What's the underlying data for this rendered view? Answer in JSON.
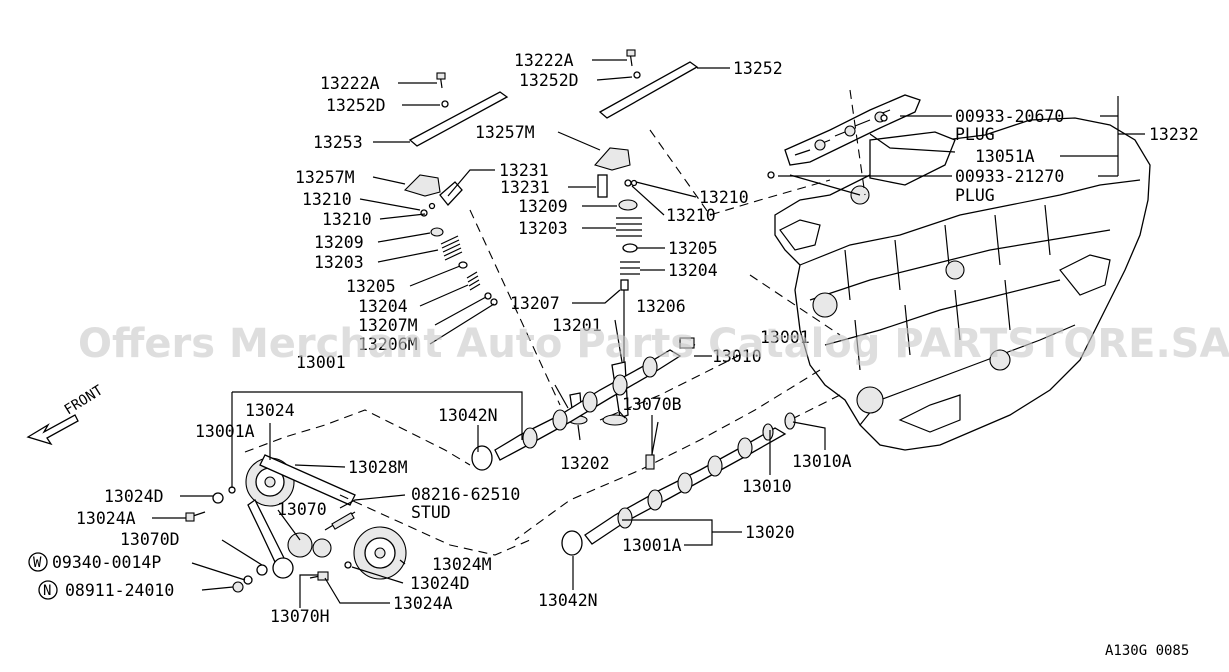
{
  "diagram": {
    "code": "A130G 0085",
    "watermark": "Offers Merchant Auto Parts Catalog PARTSTORE.SA",
    "front_label": "FRONT",
    "labels": [
      {
        "id": "l01",
        "text": "13222A"
      },
      {
        "id": "l02",
        "text": "13252D"
      },
      {
        "id": "l03",
        "text": "13253"
      },
      {
        "id": "l04",
        "text": "13257M"
      },
      {
        "id": "l05",
        "text": "13210"
      },
      {
        "id": "l06",
        "text": "13210"
      },
      {
        "id": "l07",
        "text": "13209"
      },
      {
        "id": "l08",
        "text": "13203"
      },
      {
        "id": "l09",
        "text": "13205"
      },
      {
        "id": "l10",
        "text": "13204"
      },
      {
        "id": "l11",
        "text": "13207M"
      },
      {
        "id": "l12",
        "text": "13206M"
      },
      {
        "id": "l13",
        "text": "13231"
      },
      {
        "id": "l14",
        "text": "13222A"
      },
      {
        "id": "l15",
        "text": "13252D"
      },
      {
        "id": "l16",
        "text": "13252"
      },
      {
        "id": "l17",
        "text": "13257M"
      },
      {
        "id": "l18",
        "text": "13231"
      },
      {
        "id": "l19",
        "text": "13210"
      },
      {
        "id": "l20",
        "text": "13209"
      },
      {
        "id": "l21",
        "text": "13210"
      },
      {
        "id": "l22",
        "text": "13203"
      },
      {
        "id": "l23",
        "text": "13205"
      },
      {
        "id": "l24",
        "text": "13204"
      },
      {
        "id": "l25",
        "text": "13207"
      },
      {
        "id": "l26",
        "text": "13206"
      },
      {
        "id": "l27",
        "text": "13201"
      },
      {
        "id": "l28",
        "text": "13001"
      },
      {
        "id": "l29",
        "text": "13024"
      },
      {
        "id": "l30",
        "text": "13001A"
      },
      {
        "id": "l31",
        "text": "13028M"
      },
      {
        "id": "l32",
        "text": "13042N"
      },
      {
        "id": "l33",
        "text": "13070B"
      },
      {
        "id": "l34",
        "text": "13202"
      },
      {
        "id": "l35",
        "text": "13024D"
      },
      {
        "id": "l36",
        "text": "13024A"
      },
      {
        "id": "l37",
        "text": "13070"
      },
      {
        "id": "l38",
        "text": "08216-62510"
      },
      {
        "id": "l39",
        "text": "STUD"
      },
      {
        "id": "l40",
        "text": "13070D"
      },
      {
        "id": "l41",
        "text": "09340-0014P"
      },
      {
        "id": "l42",
        "text": "08911-24010"
      },
      {
        "id": "l43",
        "text": "13070H"
      },
      {
        "id": "l44",
        "text": "13024M"
      },
      {
        "id": "l45",
        "text": "13024D"
      },
      {
        "id": "l46",
        "text": "13024A"
      },
      {
        "id": "l47",
        "text": "13001A"
      },
      {
        "id": "l48",
        "text": "13020"
      },
      {
        "id": "l49",
        "text": "13042N"
      },
      {
        "id": "l50",
        "text": "13010"
      },
      {
        "id": "l51",
        "text": "13010A"
      },
      {
        "id": "l52",
        "text": "13010"
      },
      {
        "id": "l53",
        "text": "00933-20670"
      },
      {
        "id": "l54",
        "text": "PLUG"
      },
      {
        "id": "l55",
        "text": "13232"
      },
      {
        "id": "l56",
        "text": "13051A"
      },
      {
        "id": "l57",
        "text": "00933-21270"
      },
      {
        "id": "l58",
        "text": "PLUG"
      },
      {
        "id": "l59",
        "text": "13001"
      }
    ],
    "circle_markers": [
      {
        "id": "c1",
        "text": "W"
      },
      {
        "id": "c2",
        "text": "N"
      }
    ]
  }
}
